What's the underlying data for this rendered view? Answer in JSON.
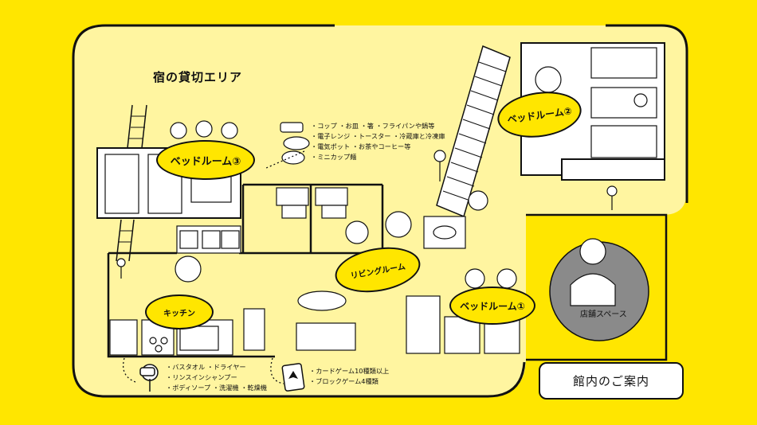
{
  "area_title": "宿の貸切エリア",
  "amenities_kitchen": [
    "・コップ ・お皿 ・箸 ・フライパンや鍋等",
    "・電子レンジ ・トースター ・冷蔵庫と冷凍庫",
    "・電気ポット ・お茶やコーヒー等",
    "・ミニカップ麺"
  ],
  "amenities_bath": [
    "・バスタオル ・ドライヤー",
    "・リンスインシャンプー",
    "・ボディソープ ・洗濯機 ・乾燥機"
  ],
  "amenities_games": [
    "・カードゲーム10種類以上",
    "・ブロックゲーム4種類"
  ],
  "rooms": {
    "bedroom3": "ベッドルーム③",
    "bedroom2": "ベッドルーム②",
    "bedroom1": "ベッドルーム①",
    "living": "リビングルーム",
    "kitchen": "キッチン",
    "store": "店舗スペース"
  },
  "guide_button": "館内のご案内",
  "colors": {
    "background": "#ffe600",
    "floor": "#fff5a0",
    "line": "#111111",
    "store_circle": "#8a8a8a"
  }
}
